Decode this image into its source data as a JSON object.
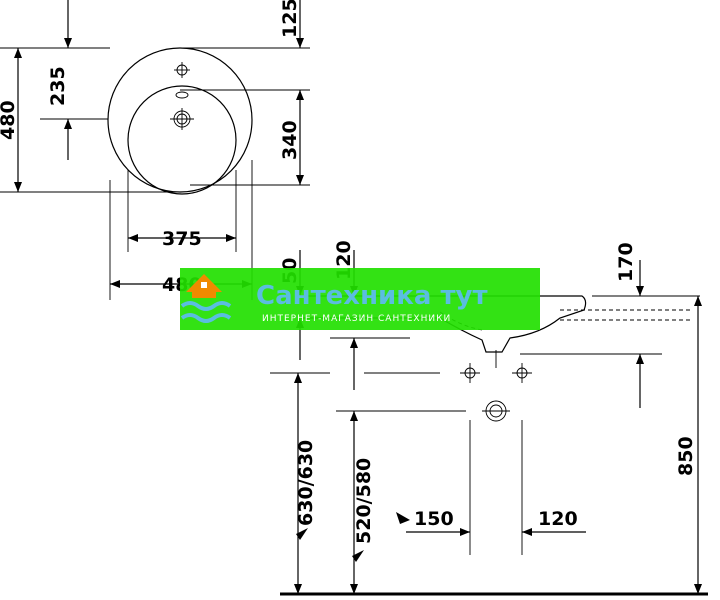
{
  "dimensions": {
    "d125": "125",
    "d235": "235",
    "d480_left": "480",
    "d340": "340",
    "d375": "375",
    "d480_bottom": "480",
    "d50": "50",
    "d120_top": "120",
    "d170": "170",
    "d850": "850",
    "d630": "630/630",
    "d520": "520/580",
    "d150": "150",
    "d120_bottom": "120"
  },
  "watermark": {
    "brand": "Сантехника тут",
    "tagline": "ИНТЕРНЕТ-МАГАЗИН САНТЕХНИКИ"
  },
  "colors": {
    "watermark_green": "#22e000",
    "watermark_orange": "#f08a00",
    "watermark_blue": "#5bbde0",
    "line": "#000000"
  }
}
